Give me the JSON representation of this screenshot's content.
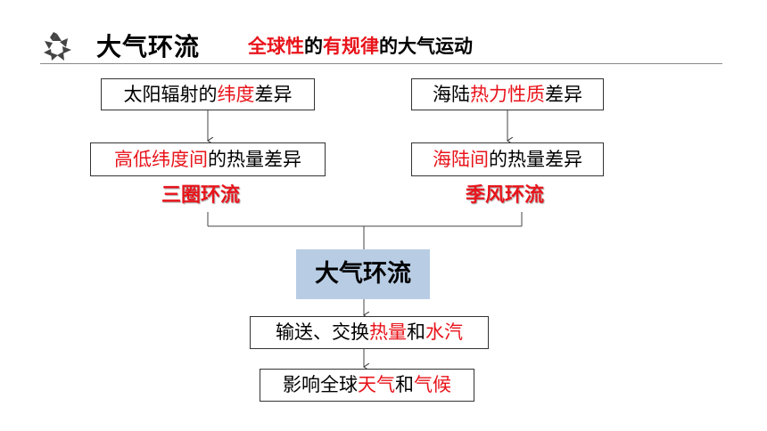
{
  "header": {
    "title": "大气环流",
    "subtitle": [
      {
        "text": "全球性",
        "red": true
      },
      {
        "text": "的",
        "red": false
      },
      {
        "text": "有规律",
        "red": true
      },
      {
        "text": "的大气运动",
        "red": false
      }
    ]
  },
  "diagram": {
    "left_top": [
      {
        "text": "太阳辐射的",
        "red": false
      },
      {
        "text": "纬度",
        "red": true
      },
      {
        "text": "差异",
        "red": false
      }
    ],
    "left_mid": [
      {
        "text": "高低纬度间",
        "red": true
      },
      {
        "text": "的热量差异",
        "red": false
      }
    ],
    "left_label": "三圈环流",
    "right_top": [
      {
        "text": "海陆",
        "red": false
      },
      {
        "text": "热力性质",
        "red": true
      },
      {
        "text": "差异",
        "red": false
      }
    ],
    "right_mid": [
      {
        "text": "海陆间",
        "red": true
      },
      {
        "text": "的热量差异",
        "red": false
      }
    ],
    "right_label": "季风环流",
    "center": "大气环流",
    "effect1": [
      {
        "text": "输送、交换",
        "red": false
      },
      {
        "text": "热量",
        "red": true
      },
      {
        "text": "和",
        "red": false
      },
      {
        "text": "水汽",
        "red": true
      }
    ],
    "effect2": [
      {
        "text": "影响全球",
        "red": false
      },
      {
        "text": "天气",
        "red": true
      },
      {
        "text": "和",
        "red": false
      },
      {
        "text": "气候",
        "red": true
      }
    ]
  }
}
